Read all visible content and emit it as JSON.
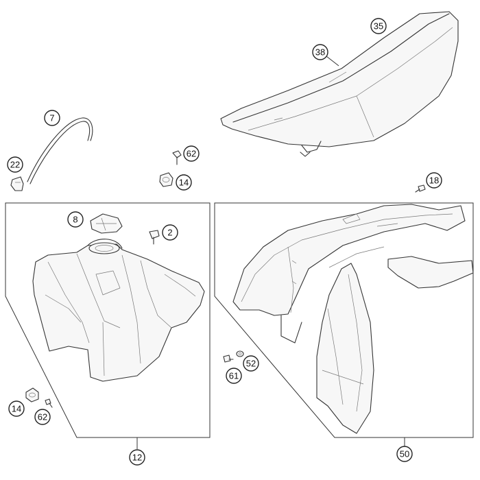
{
  "callouts": {
    "c35": "35",
    "c38": "38",
    "c7": "7",
    "c62a": "62",
    "c22": "22",
    "c14a": "14",
    "c18": "18",
    "c8": "8",
    "c2": "2",
    "c14b": "14",
    "c62b": "62",
    "c61": "61",
    "c52": "52",
    "c12": "12",
    "c50": "50"
  }
}
